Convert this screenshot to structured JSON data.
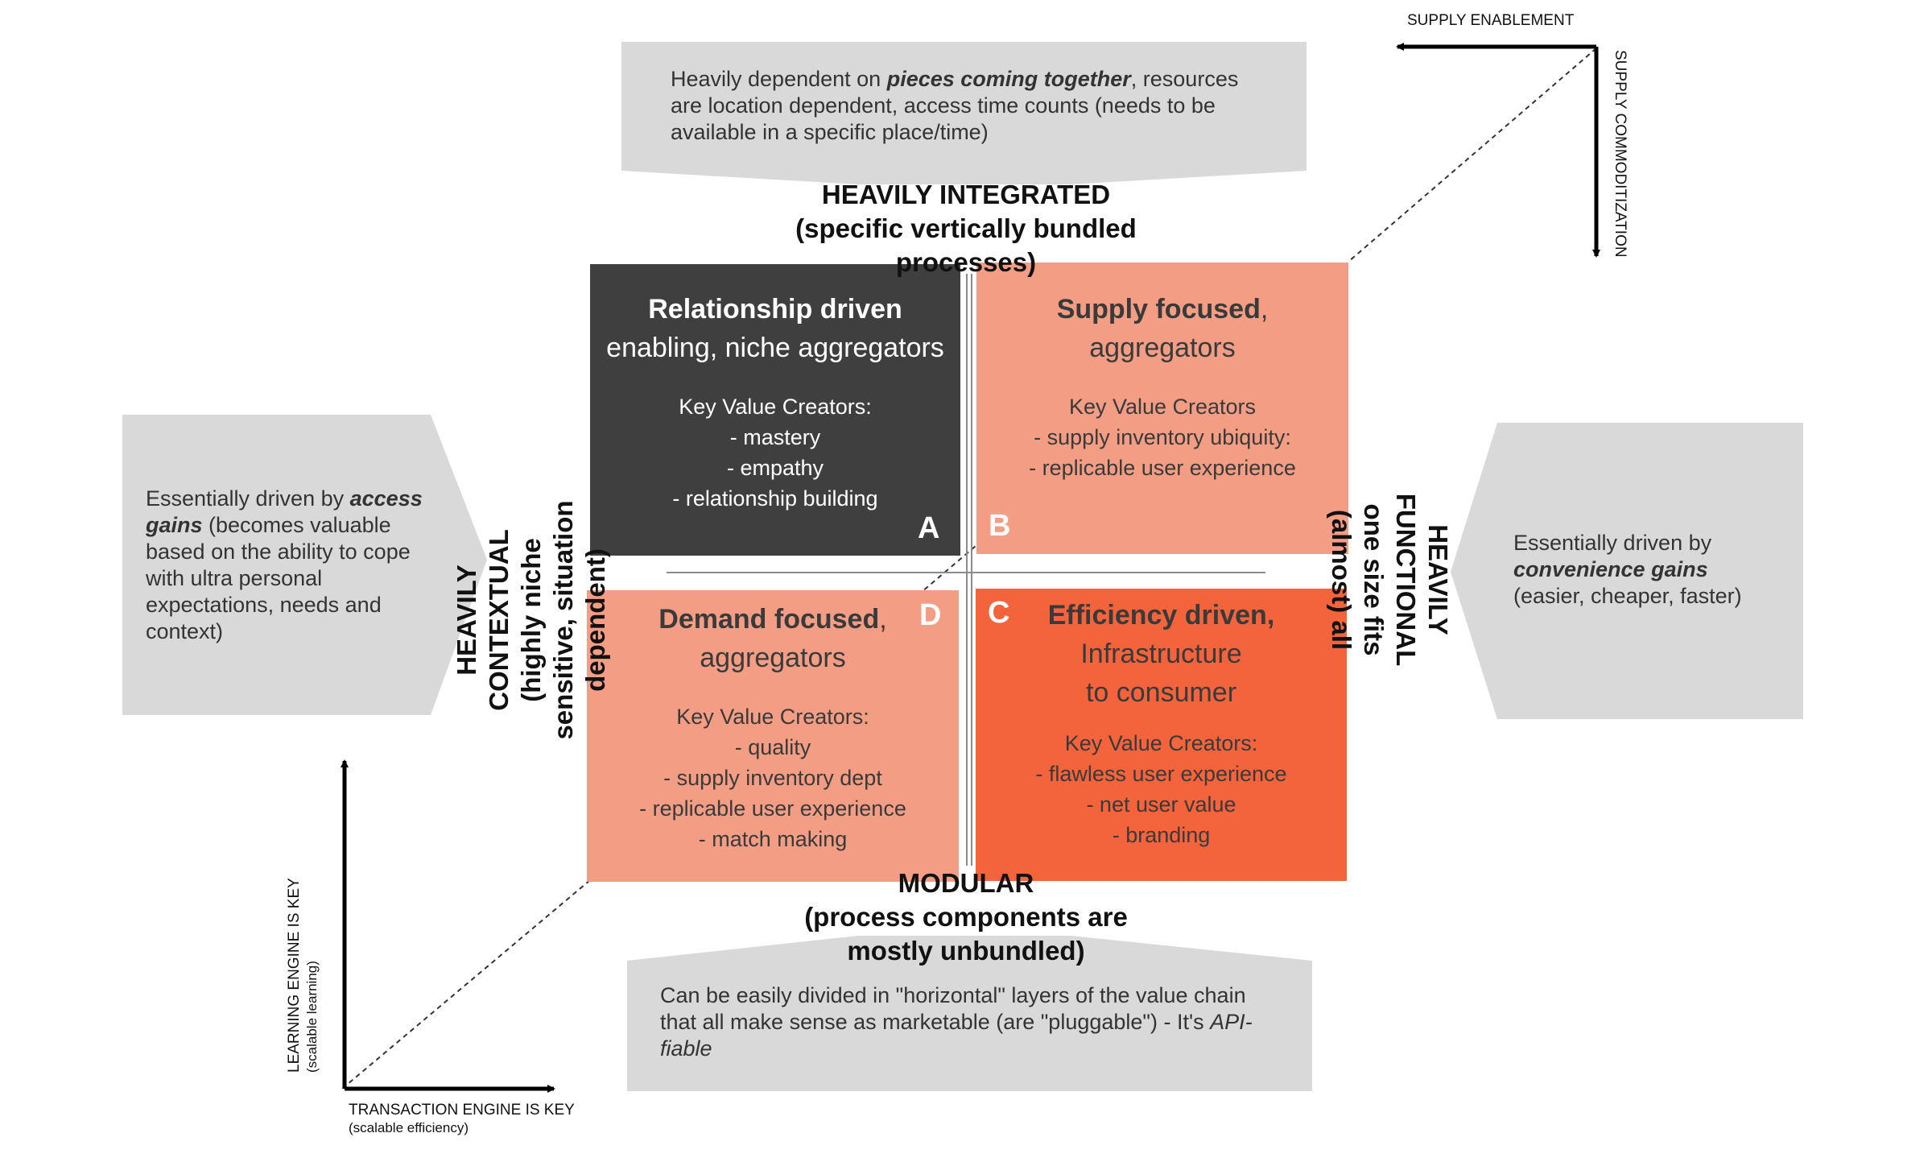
{
  "top_callout": {
    "pre": "Heavily dependent on ",
    "em": "pieces coming together",
    "post": ", resources are location dependent, access time counts (needs to be available in a specific place/time)"
  },
  "left_callout": {
    "pre": "Essentially driven by ",
    "em": "access gains",
    "post": " (becomes valuable based on the ability to cope with ultra personal expectations, needs and context)"
  },
  "right_callout": {
    "pre": "Essentially driven by ",
    "em": "convenience gains",
    "post": " (easier, cheaper, faster)"
  },
  "bottom_callout": {
    "pre": "Can be easily divided in \"horizontal\" layers of the value chain that all make sense as marketable (are \"pluggable\") - It's ",
    "em": "API-fiable"
  },
  "labels": {
    "top_line1": "HEAVILY INTEGRATED",
    "top_line2": "(specific vertically bundled",
    "top_line3": "processes)",
    "bottom_line1": "MODULAR",
    "bottom_line2": "(process components are",
    "bottom_line3": "mostly unbundled)",
    "left_line1": "HEAVILY",
    "left_line2": "CONTEXTUAL",
    "left_line3": "(highly niche",
    "left_line4": "sensitive, situation",
    "left_line5": "dependent)",
    "right_line1": "HEAVILY",
    "right_line2": "FUNCTIONAL",
    "right_line3": "one size fits",
    "right_line4": "(almost) all"
  },
  "quadrants": {
    "a": {
      "letter": "A",
      "title_bold": "Relationship driven",
      "title_rest": "",
      "subtitle": "enabling, niche aggregators",
      "kvc_header": "Key Value Creators:",
      "kvc": [
        "- mastery",
        "- empathy",
        "- relationship building"
      ],
      "color": "#3f3f3f"
    },
    "b": {
      "letter": "B",
      "title_bold": "Supply focused",
      "title_rest": ",",
      "subtitle": "aggregators",
      "kvc_header": "Key Value Creators",
      "kvc": [
        "- supply inventory ubiquity:",
        "- replicable user experience"
      ],
      "color": "#f39e84"
    },
    "c": {
      "letter": "C",
      "title_bold": "Efficiency driven,",
      "title_rest": "",
      "subtitle": "Infrastructure",
      "subtitle2": "to consumer",
      "kvc_header": "Key Value Creators:",
      "kvc": [
        "- flawless user experience",
        "- net user value",
        "- branding"
      ],
      "color": "#f4643c"
    },
    "d": {
      "letter": "D",
      "title_bold": "Demand focused",
      "title_rest": ",",
      "subtitle": "aggregators",
      "kvc_header": "Key Value Creators:",
      "kvc": [
        "- quality",
        "- supply inventory dept",
        "- replicable user experience",
        "- match making"
      ],
      "color": "#f39e84"
    }
  },
  "axes": {
    "supply_enablement": "SUPPLY ENABLEMENT",
    "supply_commoditization": "SUPPLY COMMODITIZATION",
    "learning_engine": "LEARNING ENGINE IS KEY",
    "learning_engine_sub": "(scalable learning)",
    "transaction_engine": "TRANSACTION ENGINE IS KEY",
    "transaction_engine_sub": "(scalable efficiency)"
  },
  "colors": {
    "callout_gray": "#d9d9d9",
    "dark_quadrant": "#3f3f3f",
    "light_salmon": "#f39e84",
    "orange": "#f4643c"
  }
}
